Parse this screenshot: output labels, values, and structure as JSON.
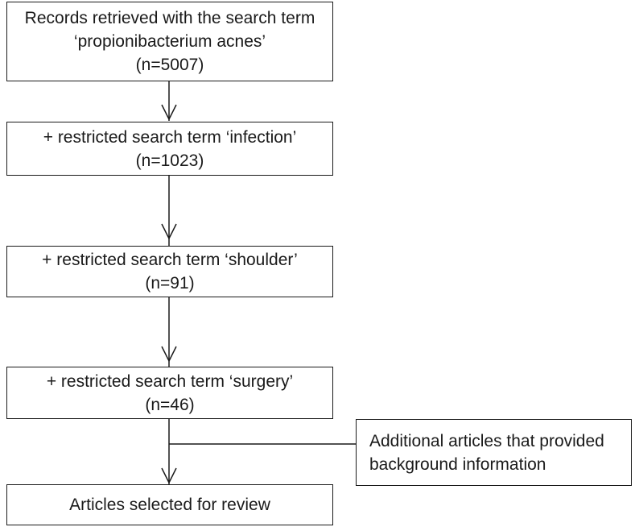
{
  "flowchart": {
    "steps": [
      {
        "lines": [
          "Records retrieved with the search term",
          "‘propionibacterium acnes’",
          "(n=5007)"
        ]
      },
      {
        "lines": [
          "+ restricted search term ‘infection’",
          "(n=1023)"
        ]
      },
      {
        "lines": [
          "+ restricted search term ‘shoulder’",
          "(n=91)"
        ]
      },
      {
        "lines": [
          "+ restricted search term ‘surgery’",
          "(n=46)"
        ]
      },
      {
        "lines": [
          "Articles selected for review"
        ]
      }
    ],
    "side_box": {
      "lines": [
        "Additional articles that provided",
        "background information"
      ]
    }
  }
}
